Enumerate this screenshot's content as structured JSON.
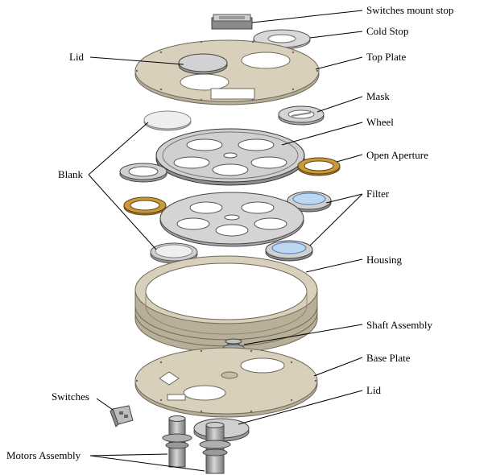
{
  "figure": {
    "title": "Filter wheel exploded assembly",
    "colors": {
      "plate": "#d9d0bb",
      "plate_edge": "#7f786a",
      "grey": "#c8c8c8",
      "grey_dark": "#8c8c8c",
      "gold": "#c89a3a",
      "filter_blue": "#bcd8f0",
      "blank": "#ececec",
      "leader": "#000000"
    }
  },
  "labels": {
    "switches_mount_stop": "Switches mount stop",
    "cold_stop": "Cold Stop",
    "lid_top": "Lid",
    "top_plate": "Top Plate",
    "mask": "Mask",
    "wheel": "Wheel",
    "blank": "Blank",
    "open_aperture": "Open Aperture",
    "filter": "Filter",
    "housing": "Housing",
    "shaft_assembly": "Shaft Assembly",
    "base_plate": "Base Plate",
    "lid_bottom": "Lid",
    "switches": "Switches",
    "motors_assembly": "Motors Assembly"
  }
}
